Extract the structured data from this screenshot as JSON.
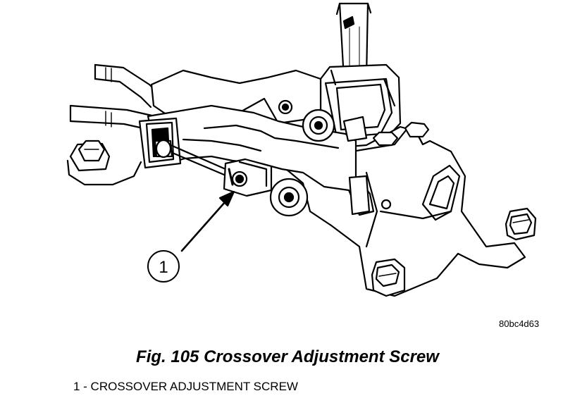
{
  "figure": {
    "callout_number": "1",
    "image_code": "80bc4d63"
  },
  "caption": "Fig. 105 Crossover Adjustment Screw",
  "legend": [
    {
      "text": "1 - CROSSOVER ADJUSTMENT SCREW"
    }
  ]
}
